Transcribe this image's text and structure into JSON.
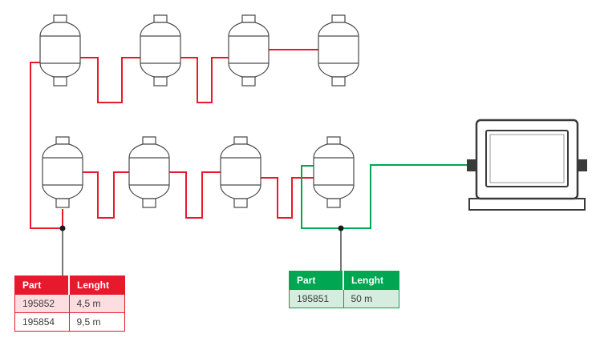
{
  "diagram": {
    "type": "load-cell-wiring-diagram",
    "load_cells": {
      "count": 8,
      "top_row": 4,
      "bottom_row": 4
    },
    "indicator": {
      "name": "weighing-indicator"
    },
    "cables": {
      "red": {
        "color": "#e8192c"
      },
      "green": {
        "color": "#00a651"
      }
    },
    "leader_color": "#1a1a1a"
  },
  "tables": {
    "red": {
      "headers": [
        "Part",
        "Lenght"
      ],
      "rows": [
        [
          "195852",
          "4,5 m"
        ],
        [
          "195854",
          "9,5 m"
        ]
      ]
    },
    "green": {
      "headers": [
        "Part",
        "Lenght"
      ],
      "rows": [
        [
          "195851",
          "50 m"
        ]
      ]
    }
  }
}
